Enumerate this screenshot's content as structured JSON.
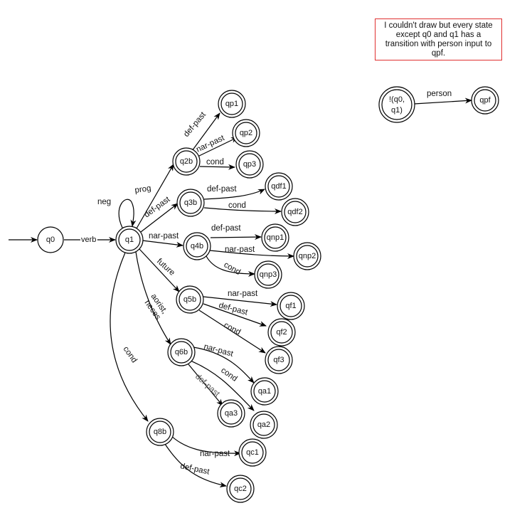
{
  "note": "I couldn't draw but every state except q0 and q1 has a transition with person input to qpf.",
  "states": {
    "q0": "q0",
    "q1": "q1",
    "q2b": "q2b",
    "qp1": "qp1",
    "qp2": "qp2",
    "qp3": "qp3",
    "q3b": "q3b",
    "qdf1": "qdf1",
    "qdf2": "qdf2",
    "q4b": "q4b",
    "qnp1": "qnp1",
    "qnp2": "qnp2",
    "qnp3": "qnp3",
    "q5b": "q5b",
    "qf1": "qf1",
    "qf2": "qf2",
    "qf3": "qf3",
    "q6b": "q6b",
    "qa1": "qa1",
    "qa2": "qa2",
    "qa3": "qa3",
    "q8b": "q8b",
    "qc1": "qc1",
    "qc2": "qc2",
    "notq0q1_line1": "!(q0,",
    "notq0q1_line2": "q1)",
    "qpf": "qpf"
  },
  "labels": {
    "verb": "verb",
    "neg": "neg",
    "prog": "prog",
    "def_past_q3b": "def-past",
    "nar_past_q4b": "nar-past",
    "future": "future",
    "aorist": "aorist,",
    "neces": "neces",
    "cond_q8b": "cond",
    "def_past_qp1": "def-past",
    "nar_past_qp2": "nar-past",
    "cond_qp3": "cond",
    "def_past_qdf1": "def-past",
    "cond_qdf2": "cond",
    "def_past_qnp1": "def-past",
    "nar_past_qnp2": "nar-past",
    "cond_qnp3": "cond",
    "nar_past_qf1": "nar-past",
    "def_past_qf2": "def-past",
    "cond_qf3": "cond",
    "nar_past_qa1": "nar-past",
    "cond_qa2": "cond",
    "def_past_qa3": "def-past",
    "nar_past_qc1": "nar-past",
    "def_past_qc2": "def-past",
    "person": "person"
  }
}
